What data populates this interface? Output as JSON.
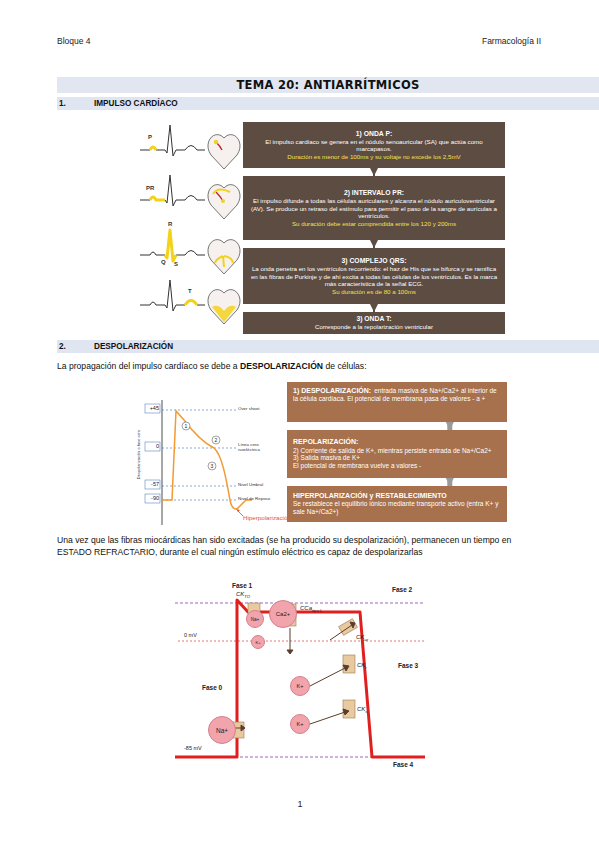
{
  "diagram": {
    "title": "TEMA 20: ANTIARRÍTMICOS",
    "nodes": [
      {
        "text": [
          "1.",
          "IMPULSO CARDÍACO"
        ]
      },
      {
        "text": [
          "1) ONDA P:",
          "El impulso cardíaco se genera en el nódulo senoauricular (SA) que actúa como marcapasos.",
          "Duración es menor de 100ms y su voltaje no excede los 2,5mV"
        ]
      },
      {
        "text": [
          "2) INTERVALO PR:",
          "El impulso difunde a todas las células auriculares y alcanza el nódulo auriculoventricular (AV). Se produce un retraso del estímulo para permitir el paso de la sangre de aurículas a ventrículos.",
          "Su duración debe estar comprendida entre los 120 y 200ms"
        ]
      },
      {
        "text": [
          "3) COMPLEJO QRS:",
          "La onda penetra en los ventrículos recorriendo: el haz de His que se bifurca y se ramifica en las fibras de Purkinje y de ahí excita a todas las células de los ventrículos. Es la marca más característica de la señal ECG.",
          "Su duración es de 80 a 100ms"
        ]
      },
      {
        "text": [
          "3) ONDA T:",
          "Corresponde a la repolarización ventricular"
        ]
      },
      {
        "text": [
          "2.",
          "DESPOLARIZACIÓN"
        ]
      },
      {
        "text": [
          "1) DESPOLARIZACIÓN:",
          "entrada masiva de Na+/Ca2+ al interior de la célula cardíaca. El potencial de membrana pasa de valores - a +"
        ]
      },
      {
        "text": [
          "REPOLARIZACIÓN:",
          "2) Corriente de salida de K+, mientras persiste entrada de Na+/Ca2+",
          "3) Salida masiva de K+",
          "El potencial de membrana vuelve a valores -"
        ]
      },
      {
        "text": [
          "HIPERPOLARIZACIÓN y RESTABLECIMIENTO",
          "Se restablece el equilibrio iónico mediante transporte activo (entra K+ y sale Na+/Ca2+)"
        ]
      },
      {
        "text": [
          "Ca2+"
        ]
      },
      {
        "text": [
          "Na+"
        ]
      },
      {
        "text": [
          "K+"
        ]
      },
      {
        "text": [
          "K+"
        ]
      },
      {
        "text": [
          "K+"
        ]
      },
      {
        "text": [
          "Na+"
        ]
      }
    ],
    "edges": [
      {
        "from": 1,
        "to": 2,
        "arrow": "to"
      },
      {
        "from": 2,
        "to": 3,
        "arrow": "to"
      },
      {
        "from": 3,
        "to": 4,
        "arrow": "to"
      },
      {
        "from": 6,
        "to": 7,
        "arrow": "to"
      },
      {
        "from": 7,
        "to": 8,
        "arrow": "to"
      }
    ],
    "labels": [
      "Bloque 4",
      "Farmacología II",
      "P",
      "PR",
      "R",
      "Q",
      "S",
      "T",
      "La propagación del impulso cardíaco se debe a",
      "DESPOLARIZACIÓN",
      "de células:",
      "+45",
      "0",
      "-57",
      "-90",
      "Despolarización o fase cero",
      "Over shoot",
      "Línea cero isoeléctrica",
      "Nivel Umbral",
      "Nivel de Reposo",
      "1",
      "2",
      "3",
      "Hiperpolarización",
      "Una vez que las fibras miocárdicas han sido excitadas (se ha producido su despolarización), permanecen un tiempo en ESTADO REFRACTARIO, durante el cual ningún estímulo eléctrico es capaz de despolarizarlas",
      "Fase 1",
      "CK",
      "TO",
      "Fase 2",
      "CCa",
      "tipo L",
      "0 mV",
      "CK",
      "ur",
      "Fase 3",
      "CK",
      "r",
      "Fase 0",
      "CK",
      "s",
      "-85 mV",
      "Fase 4",
      "1"
    ]
  }
}
